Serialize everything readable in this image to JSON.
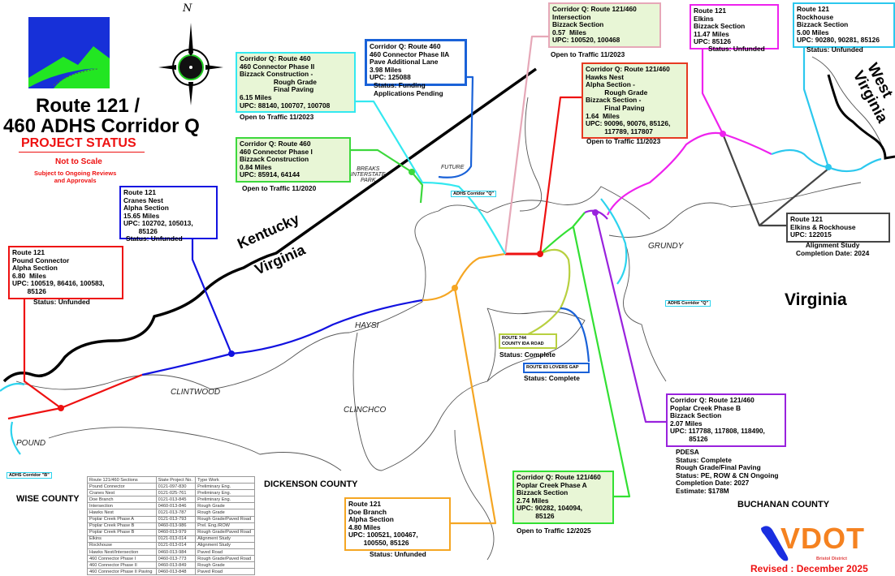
{
  "header": {
    "title_line1": "Route 121 /",
    "title_line2": "460 ADHS Corridor Q",
    "subtitle": "PROJECT STATUS",
    "note1": "Not to Scale",
    "note2": "Subject to Ongoing Reviews\nand Approvals",
    "compass_label": "N"
  },
  "callouts": {
    "phase2": {
      "text": "Corridor Q: Route 460\n460 Connector Phase II\nBizzack Construction -\n                  Rough Grade\n                  Final Paving\n6.15 Miles\nUPC: 88140, 100707, 100708",
      "caption": "Open to Traffic 11/2023",
      "color": "#33e8f0"
    },
    "phase2a": {
      "text": "Corridor Q: Route 460\n460 Connector Phase IIA\nPave Additional Lane\n3.98 Miles\nUPC: 125088",
      "caption": "Status: Funding\nApplications Pending",
      "color": "#1a62d8"
    },
    "phase1": {
      "text": "Corridor Q: Route 460\n460 Connector Phase I\nBizzack Construction\n0.84 Miles\nUPC: 85914, 64144",
      "caption": "Open to Traffic 11/2020",
      "color": "#3cd83c"
    },
    "intersection": {
      "text": "Corridor Q: Route 121/460\nIntersection\nBizzack Section\n0.57  Miles\nUPC: 100520, 100468",
      "caption": "Open to Traffic 11/2023",
      "color": "#e6a8b8"
    },
    "hawks_nest": {
      "text": "Corridor Q: Route 121/460\nHawks Nest\nAlpha Section -\n          Rough Grade\nBizzack Section -\n          Final Paving\n1.64  Miles\nUPC: 90096, 90076, 85126,\n          117789, 117807",
      "caption": "Open to Traffic 11/2023",
      "color": "#e63a22"
    },
    "elkins": {
      "text": "Route 121\nElkins\nBizzack Section\n11.47 Miles\nUPC: 85126",
      "caption": "Status: Unfunded",
      "color": "#ee22ee"
    },
    "rockhouse": {
      "text": "Route 121\nRockhouse\nBizzack Section\n5.00 Miles\nUPC: 90280, 90281, 85126",
      "caption": "Status: Unfunded",
      "color": "#2cc8ee"
    },
    "elkins_rockhouse": {
      "text": "Route 121\nElkins & Rockhouse\nUPC: 122015",
      "caption": "Alignment Study\nCompletion Date: 2024",
      "color": "#444444"
    },
    "cranes_nest": {
      "text": "Route 121\nCranes Nest\nAlpha Section\n15.65 Miles\nUPC: 102702, 105013,\n        85126",
      "caption": "Status: Unfunded",
      "color": "#1212e0"
    },
    "pound": {
      "text": "Route 121\nPound Connector\nAlpha Section\n6.80  Miles\nUPC: 100519, 86416, 100583,\n        85126",
      "caption": "Status: Unfunded",
      "color": "#ee1111"
    },
    "doe_branch": {
      "text": "Route 121\nDoe Branch\nAlpha Section\n4.80 Miles\nUPC: 100521, 100467,\n        100550, 85126",
      "caption": "Status: Unfunded",
      "color": "#f5a623"
    },
    "poplar_a": {
      "text": "Corridor Q: Route 121/460\nPoplar Creek Phase A\nBizzack Section\n2.74 Miles\nUPC: 90282, 104094,\n          85126",
      "caption": "Open to Traffic 12/2025",
      "color": "#33e033"
    },
    "poplar_b": {
      "text": "Corridor Q: Route 121/460\nPoplar Creek Phase B\nBizzack Section\n2.07 Miles\nUPC: 117788, 117808, 118490,\n          85126",
      "caption": "PDESA\nStatus: Complete\nRough Grade/Final Paving\nStatus: PE, ROW & CN Ongoing\nCompletion Date: 2027\nEstimate: $178M",
      "color": "#9922dd"
    },
    "route744": {
      "text": "ROUTE 744\nCOUNTY IDA ROAD",
      "caption": "Status: Complete",
      "color": "#b8d040"
    },
    "route83": {
      "text": "ROUTE 83 LOVERS GAP",
      "caption": "Status: Complete",
      "color": "#1a62d8"
    }
  },
  "labels": {
    "kentucky": "Kentucky",
    "virginia_state": "Virginia",
    "west_virginia": "West\nVirginia",
    "virginia_big": "Virginia",
    "wise": "WISE COUNTY",
    "dickenson": "DICKENSON COUNTY",
    "buchanan": "BUCHANAN COUNTY",
    "grundy": "GRUNDY",
    "haysi": "HAYSI",
    "clintwood": "CLINTWOOD",
    "clinchco": "CLINCHCO",
    "pound": "POUND",
    "breaks": "BREAKS\nINTERSTATE\nPARK",
    "future": "FUTURE",
    "adhs_q1": "ADHS Corridor \"Q\"",
    "adhs_q2": "ADHS Corridor \"Q\"",
    "adhs_b": "ADHS Corridor \"B\""
  },
  "table": {
    "headers": [
      "Route 121/460 Sections",
      "State Project No.",
      "Type Work"
    ],
    "rows": [
      [
        "Pound Connector",
        "0121-097-830",
        "Preliminary Eng."
      ],
      [
        "Cranes Nest",
        "0121-025-761",
        "Preliminary Eng."
      ],
      [
        "Doe Branch",
        "0121-013-845",
        "Preliminary Eng."
      ],
      [
        "Intersection",
        "0460-013-846",
        "Rough Grade"
      ],
      [
        "Hawks Nest",
        "0121-013-787",
        "Rough Grade"
      ],
      [
        "Poplar Creek Phase A",
        "0121-013-793",
        "Rough Grade/Paved Road"
      ],
      [
        "Poplar Creek Phase B",
        "0460-013-986",
        "Prel. Eng./ROW"
      ],
      [
        "Poplar Creek Phase B",
        "0460-013-979",
        "Rough Grade/Paved Road"
      ],
      [
        "Elkins",
        "0121-013-014",
        "Alignment Study"
      ],
      [
        "Rockhouse",
        "0121-013-014",
        "Alignment Study"
      ],
      [
        "Hawks Nest/Intersection",
        "0460-013-984",
        "Paved Road"
      ],
      [
        "460 Connector Phase I",
        "0460-013-773",
        "Rough Grade/Paved Road"
      ],
      [
        "460 Connector Phase II",
        "0460-013-849",
        "Rough Grade"
      ],
      [
        "460 Connector Phase II Paving",
        "0460-013-848",
        "Paved Road"
      ]
    ]
  },
  "footer": {
    "logo_text": "VDOT",
    "district": "Bristol District",
    "revised": "Revised : December 2025"
  }
}
